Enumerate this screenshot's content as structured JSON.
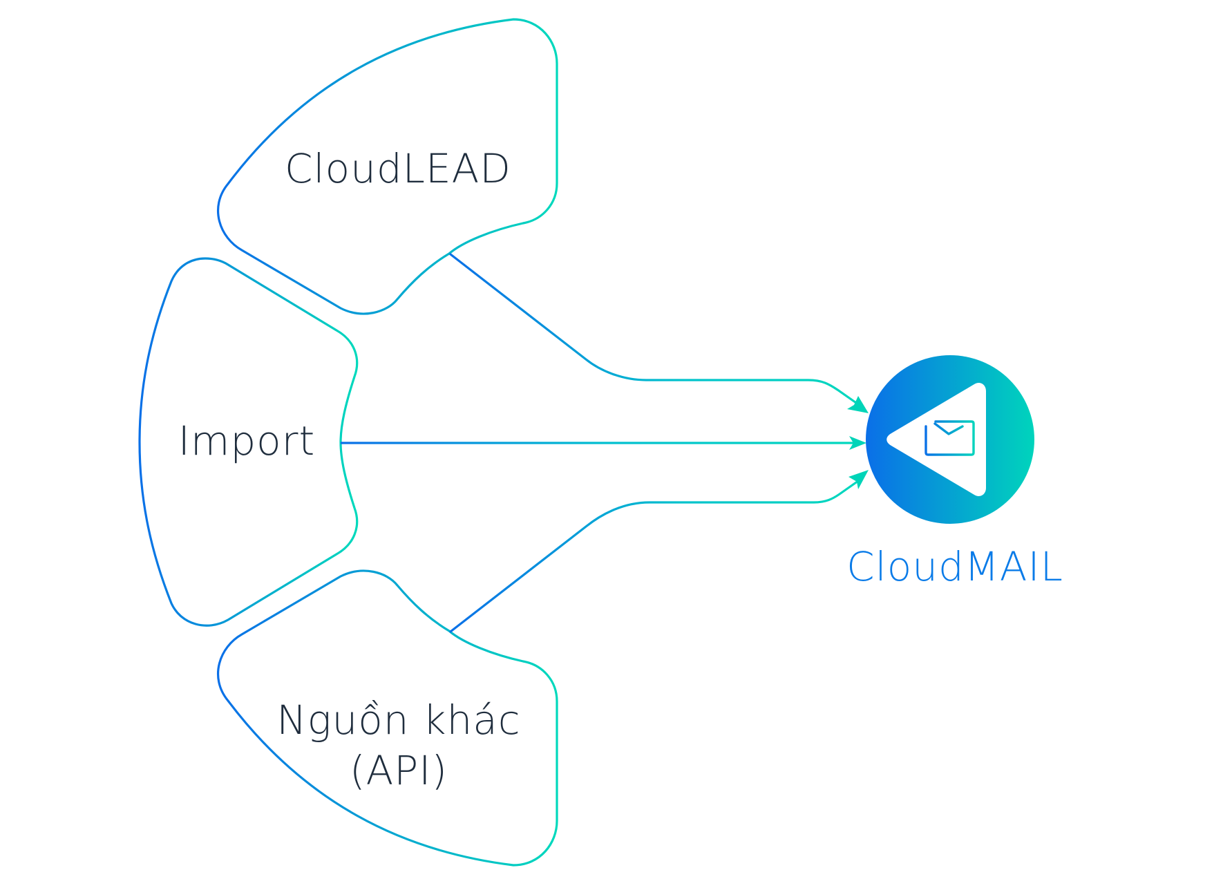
{
  "diagram": {
    "type": "flow",
    "sources": [
      {
        "id": "cloudlead",
        "label_lines": [
          "CloudLEAD"
        ]
      },
      {
        "id": "import",
        "label_lines": [
          "Import"
        ]
      },
      {
        "id": "api",
        "label_lines": [
          "Nguồn khác",
          "(API)"
        ]
      }
    ],
    "target": {
      "id": "cloudmail",
      "label": "CloudMAIL",
      "icon": "mail-envelope-icon"
    },
    "edges": [
      {
        "from": "cloudlead",
        "to": "cloudmail"
      },
      {
        "from": "import",
        "to": "cloudmail"
      },
      {
        "from": "api",
        "to": "cloudmail"
      }
    ]
  },
  "colors": {
    "gradient_start": "#0A6FE8",
    "gradient_end": "#00D9BC",
    "label_text": "#1F2D3D",
    "target_text": "#0A7BE8",
    "arrow": "#00D4B8"
  }
}
